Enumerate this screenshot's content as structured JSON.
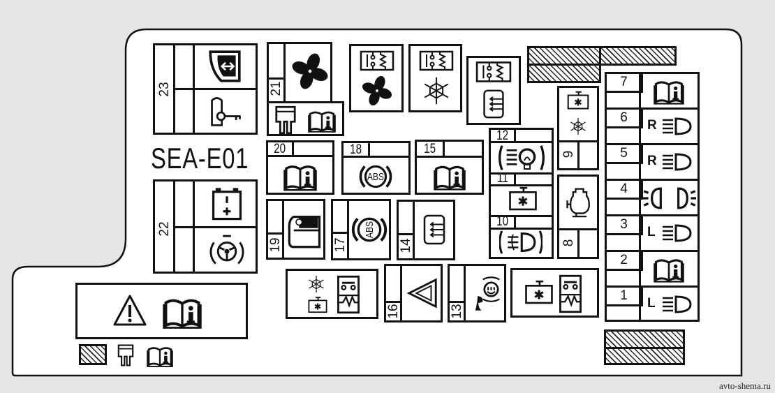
{
  "diagram": {
    "title": "SEA-E01",
    "watermark": "avto-shema.ru",
    "fuses": {
      "f1": "1",
      "f2": "2",
      "f3": "3",
      "f4": "4",
      "f5": "5",
      "f6": "6",
      "f7": "7",
      "f8": "8",
      "f9": "9",
      "f10": "10",
      "f11": "11",
      "f12": "12",
      "f13": "13",
      "f14": "14",
      "f15": "15",
      "f16": "16",
      "f17": "17",
      "f18": "18",
      "f19": "19",
      "f20": "20",
      "f21": "21",
      "f22": "22",
      "f23": "23"
    },
    "abs_label": "ABS",
    "headlamp_right": "R",
    "headlamp_left": "L",
    "colors": {
      "ink": "#111111",
      "paper": "#ffffff",
      "background": "#e6e6e6"
    }
  }
}
